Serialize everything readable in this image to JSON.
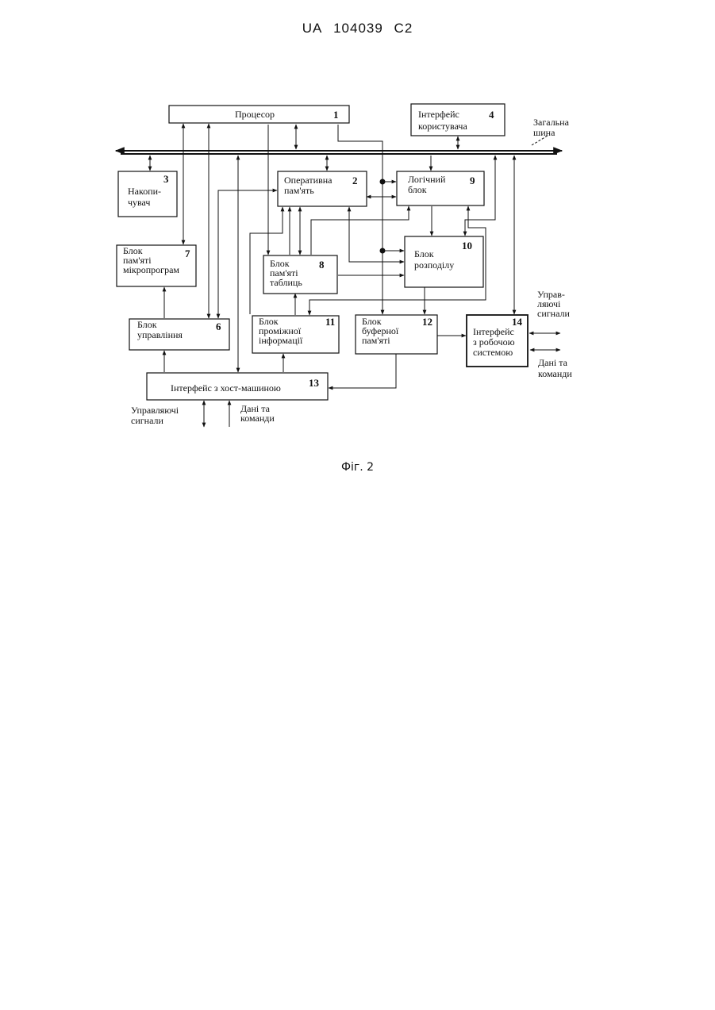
{
  "header": {
    "country": "UA",
    "number": "104039",
    "kind": "C2"
  },
  "caption": "Фіг. 2",
  "bus_label": [
    "Загальна",
    "шина"
  ],
  "blocks": {
    "b1": {
      "lines": [
        "Процесор"
      ],
      "num": "1"
    },
    "b2": {
      "lines": [
        "Оперативна",
        "пам'ять"
      ],
      "num": "2"
    },
    "b3": {
      "lines": [
        "Накопи-",
        "чувач"
      ],
      "num": "3"
    },
    "b4": {
      "lines": [
        "Інтерфейс",
        "користувача"
      ],
      "num": "4"
    },
    "b6": {
      "lines": [
        "Блок",
        "управління"
      ],
      "num": "6"
    },
    "b7": {
      "lines": [
        "Блок",
        "пам'яті",
        "мікропрограм"
      ],
      "num": "7"
    },
    "b8": {
      "lines": [
        "Блок",
        "пам'яті",
        "таблиць"
      ],
      "num": "8"
    },
    "b9": {
      "lines": [
        "Логічний",
        "блок"
      ],
      "num": "9"
    },
    "b10": {
      "lines": [
        "Блок",
        "розподілу"
      ],
      "num": "10"
    },
    "b11": {
      "lines": [
        "Блок",
        "проміжної",
        "інформації"
      ],
      "num": "11"
    },
    "b12": {
      "lines": [
        "Блок",
        "буферної",
        "пам'яті"
      ],
      "num": "12"
    },
    "b13": {
      "lines": [
        "Інтерфейс з хост-машиною"
      ],
      "num": "13"
    },
    "b14": {
      "lines": [
        "Інтерфейс",
        "з робочою",
        "системою"
      ],
      "num": "14"
    }
  },
  "signals": {
    "host_ctrl": [
      "Управляючі",
      "сигнали"
    ],
    "host_data": [
      "Дані та",
      "команди"
    ],
    "work_ctrl": [
      "Управ-",
      "ляючі",
      "сигнали"
    ],
    "work_data": [
      "Дані та",
      "команди"
    ]
  }
}
